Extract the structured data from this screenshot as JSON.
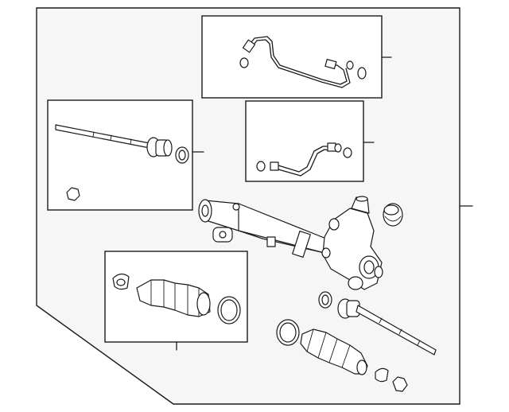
{
  "diagram": {
    "theme": {
      "panel_fill": "#f6f6f6",
      "line_color": "#1a1a1a",
      "background": "#ffffff"
    },
    "parts": [
      "outer-assembly-panel",
      "pressure-line-upper",
      "pressure-line-lower",
      "inner-tie-rod-kit",
      "boot-kit",
      "steering-gear-assembly",
      "right-inner-tie-rod",
      "right-boot",
      "clamps",
      "o-rings",
      "adjuster-plug"
    ]
  }
}
